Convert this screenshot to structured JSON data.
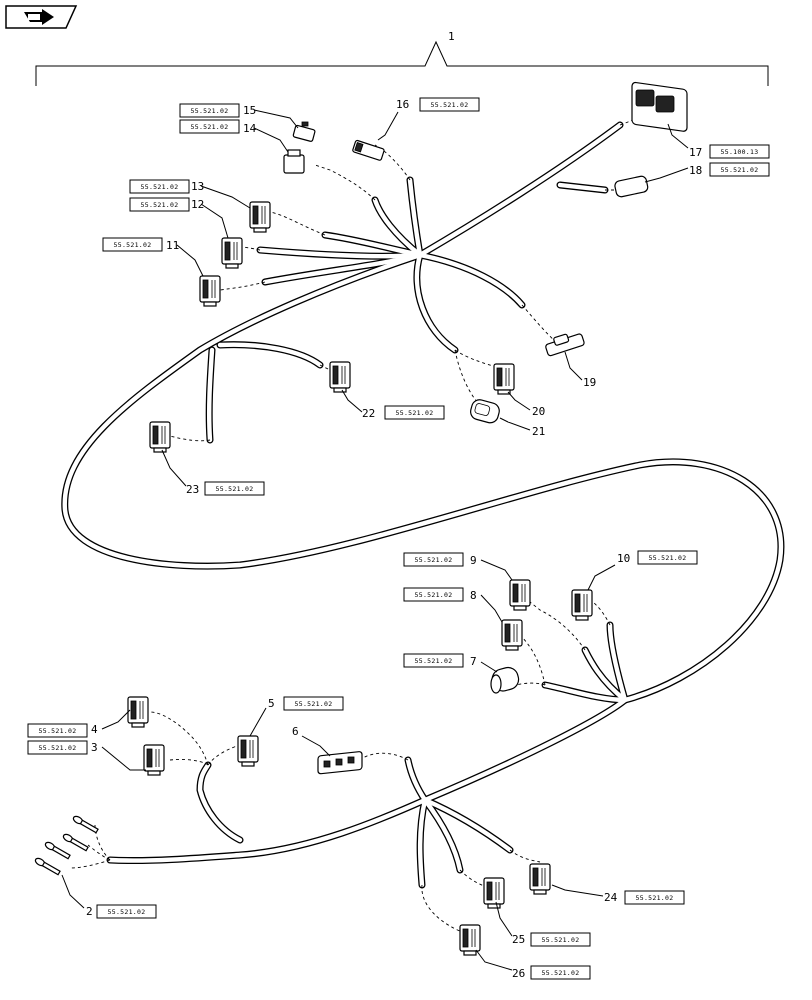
{
  "nav_icon": "page-arrow-icon",
  "assembly": {
    "item_number": "1"
  },
  "items": [
    {
      "num": "2",
      "ref": "55.521.02"
    },
    {
      "num": "3",
      "ref": "55.521.02"
    },
    {
      "num": "4",
      "ref": "55.521.02"
    },
    {
      "num": "5",
      "ref": "55.521.02"
    },
    {
      "num": "6",
      "ref": ""
    },
    {
      "num": "7",
      "ref": "55.521.02"
    },
    {
      "num": "8",
      "ref": "55.521.02"
    },
    {
      "num": "9",
      "ref": "55.521.02"
    },
    {
      "num": "10",
      "ref": "55.521.02"
    },
    {
      "num": "11",
      "ref": "55.521.02"
    },
    {
      "num": "12",
      "ref": "55.521.02"
    },
    {
      "num": "13",
      "ref": "55.521.02"
    },
    {
      "num": "14",
      "ref": "55.521.02"
    },
    {
      "num": "15",
      "ref": "55.521.02"
    },
    {
      "num": "16",
      "ref": "55.521.02"
    },
    {
      "num": "17",
      "ref": "55.100.13"
    },
    {
      "num": "18",
      "ref": "55.521.02"
    },
    {
      "num": "19",
      "ref": ""
    },
    {
      "num": "20",
      "ref": ""
    },
    {
      "num": "21",
      "ref": ""
    },
    {
      "num": "22",
      "ref": "55.521.02"
    },
    {
      "num": "23",
      "ref": "55.521.02"
    },
    {
      "num": "24",
      "ref": "55.521.02"
    },
    {
      "num": "25",
      "ref": "55.521.02"
    },
    {
      "num": "26",
      "ref": "55.521.02"
    }
  ]
}
